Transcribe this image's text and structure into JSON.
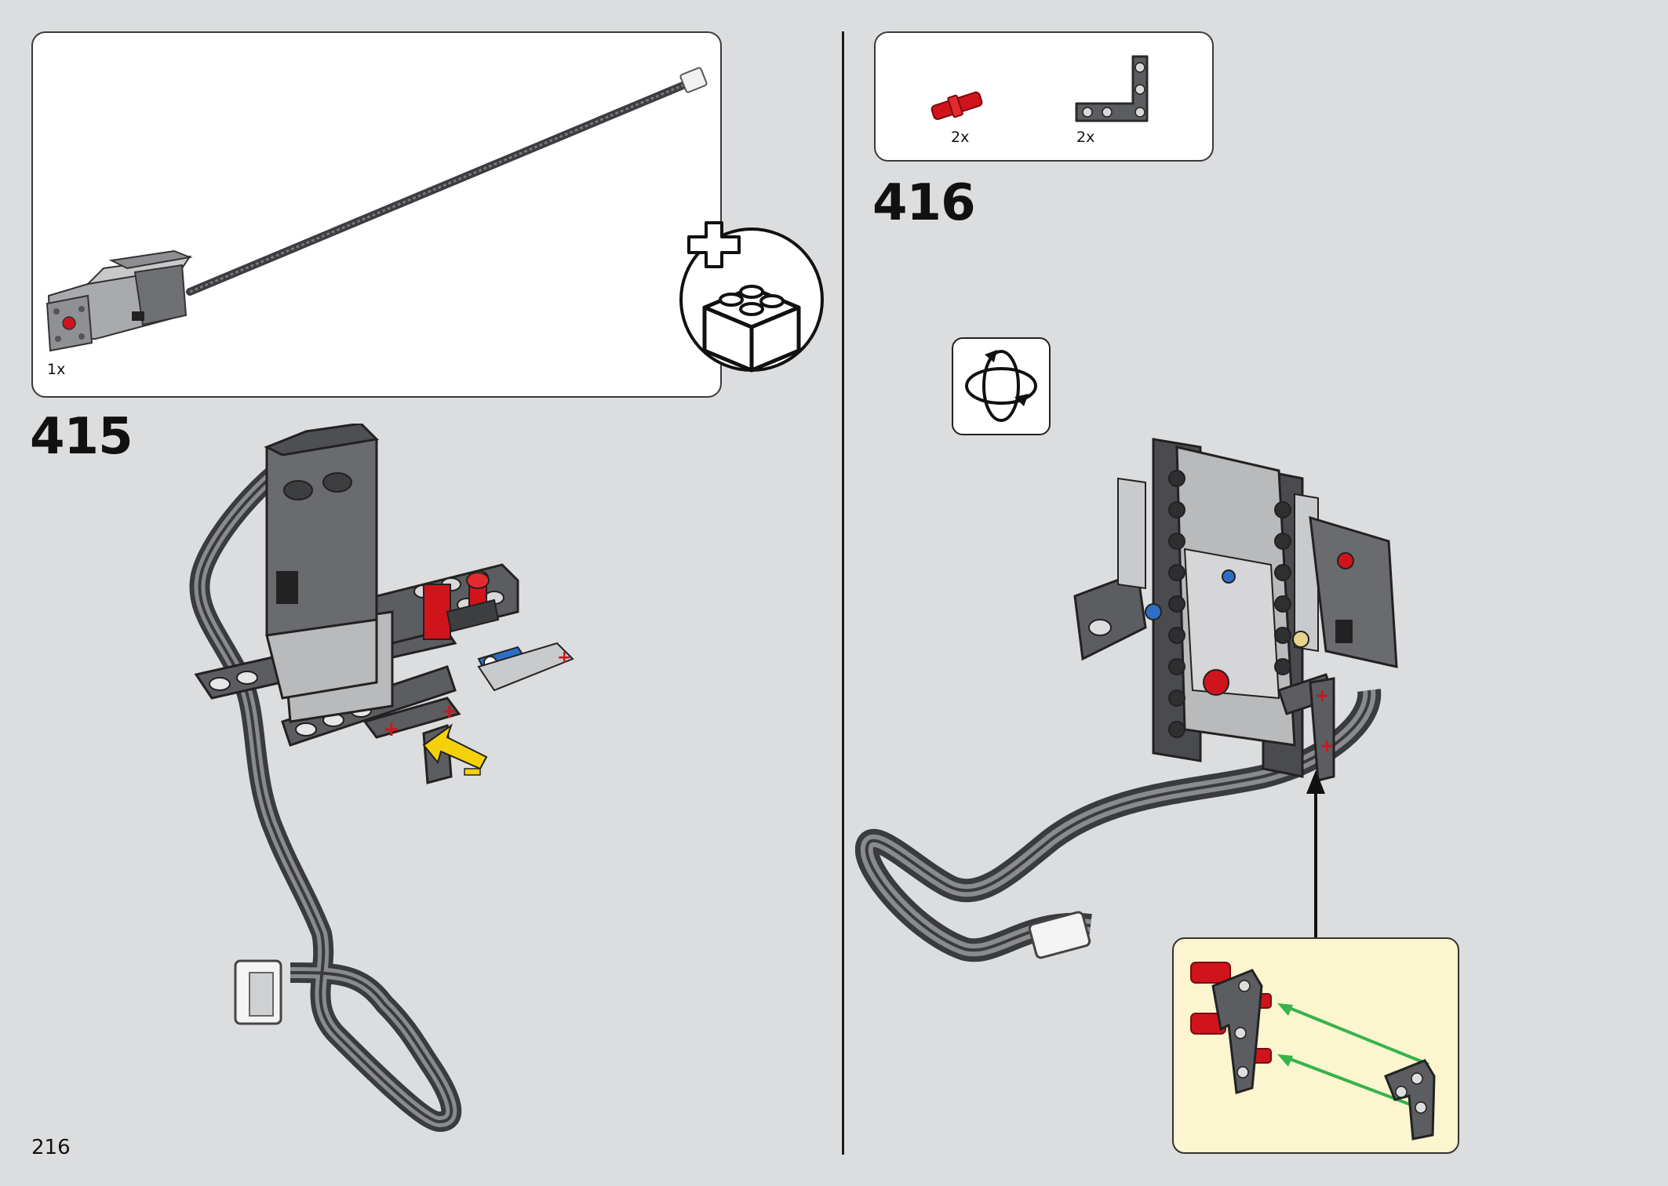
{
  "page": {
    "number": "216"
  },
  "steps": [
    {
      "number": "415",
      "parts": [
        {
          "qty": "1x",
          "part": "large motor with cable"
        }
      ],
      "icons": [
        "add-new-element-icon"
      ]
    },
    {
      "number": "416",
      "parts": [
        {
          "qty": "2x",
          "part": "red axle pin"
        },
        {
          "qty": "2x",
          "part": "dark grey L beam"
        }
      ],
      "icons": [
        "rotate-model-icon"
      ]
    }
  ],
  "colors": {
    "background": "#dcdddf",
    "beam_dark": "#5c5d60",
    "beam_light": "#b9babc",
    "red": "#d0141c",
    "blue": "#2d6fc4",
    "yellow": "#f4d10b",
    "green_arrow": "#37b34a",
    "callout_bg": "#fbf5d0"
  }
}
